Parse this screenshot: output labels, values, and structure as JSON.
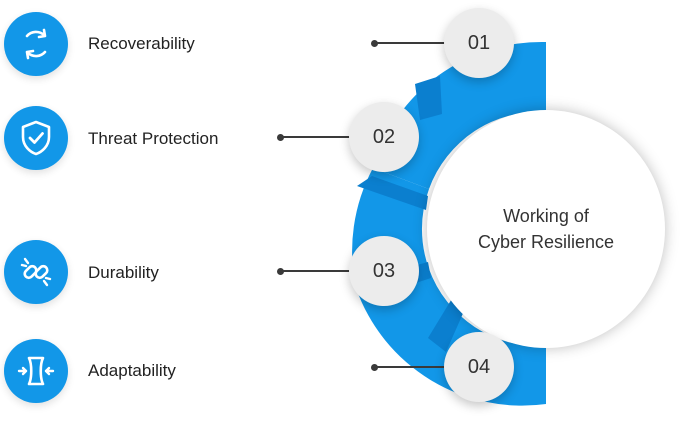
{
  "items": [
    {
      "number": "01",
      "label": "Recoverability",
      "icon": "recycle-arrows-icon"
    },
    {
      "number": "02",
      "label": "Threat Protection",
      "icon": "shield-check-icon"
    },
    {
      "number": "03",
      "label": "Durability",
      "icon": "broken-link-icon"
    },
    {
      "number": "04",
      "label": "Adaptability",
      "icon": "compress-arrows-icon"
    }
  ],
  "center": {
    "line1": "Working of",
    "line2": "Cyber Resilience"
  },
  "colors": {
    "accent": "#1297e8",
    "accent_dark": "#0b7fcf",
    "circle_bg": "#ececec",
    "text": "#222222"
  }
}
